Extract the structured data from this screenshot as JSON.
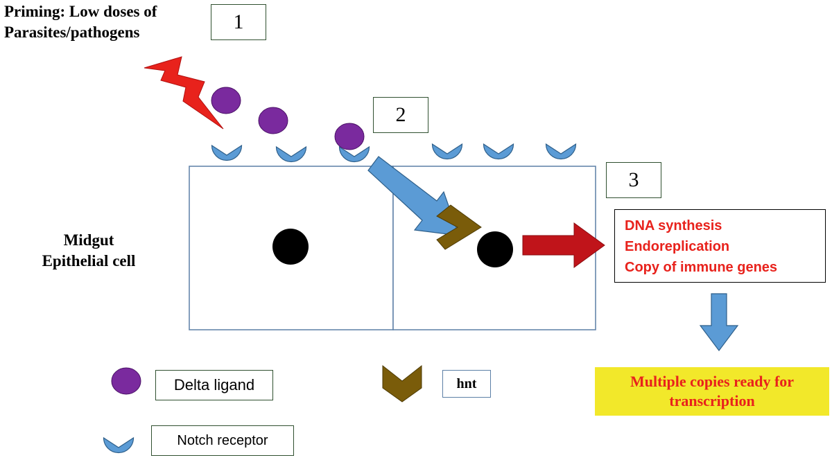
{
  "diagram": {
    "priming": {
      "line1": "Priming: Low doses of",
      "line2": "Parasites/pathogens"
    },
    "steps": [
      "1",
      "2",
      "3"
    ],
    "cell_label": {
      "line1": "Midgut",
      "line2": "Epithelial cell"
    },
    "outcomes": [
      "DNA synthesis",
      "Endoreplication",
      "Copy of immune genes"
    ],
    "final": {
      "line1": "Multiple copies ready for",
      "line2": "transcription"
    },
    "legend": {
      "delta": "Delta ligand",
      "hnt": "hnt",
      "notch": "Notch receptor"
    },
    "colors": {
      "delta_ligand": "#7a2a9e",
      "notch_receptor": "#5b9bd5",
      "hnt": "#7a5c0a",
      "lightning": "#e8221c",
      "red_arrow": "#c0141a",
      "blue_arrow": "#5b9bd5",
      "highlight": "#f2e82a",
      "result_text": "#e8221c"
    }
  }
}
